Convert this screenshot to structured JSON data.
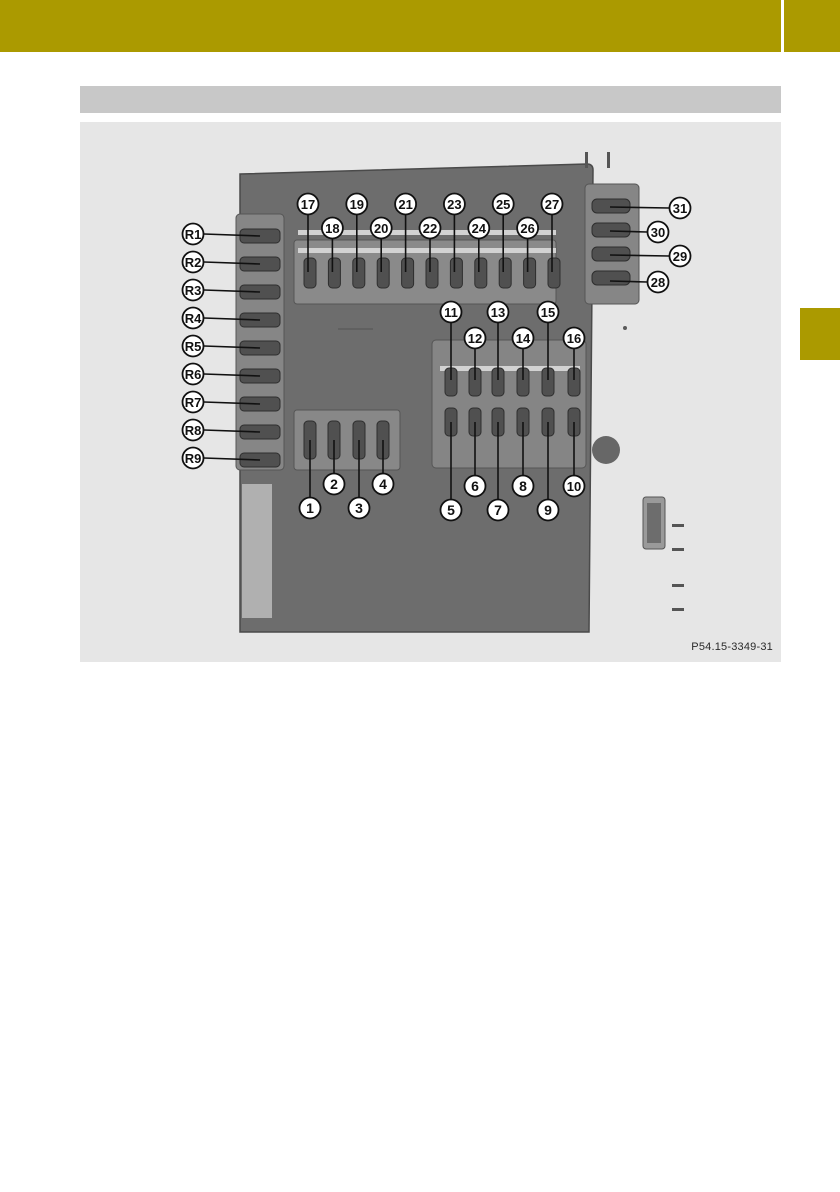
{
  "page": {
    "colors": {
      "accent": "#ab9a00",
      "section_bar": "#c8c8c8",
      "figure_bg": "#e6e6e6",
      "housing": "#6d6d6d"
    }
  },
  "figure": {
    "code": "P54.15-3349-31",
    "relay_labels": [
      "R1",
      "R2",
      "R3",
      "R4",
      "R5",
      "R6",
      "R7",
      "R8",
      "R9"
    ],
    "fuse_labels": [
      "1",
      "2",
      "3",
      "4",
      "5",
      "6",
      "7",
      "8",
      "9",
      "10",
      "11",
      "12",
      "13",
      "14",
      "15",
      "16",
      "17",
      "18",
      "19",
      "20",
      "21",
      "22",
      "23",
      "24",
      "25",
      "26",
      "27",
      "28",
      "29",
      "30",
      "31"
    ]
  }
}
